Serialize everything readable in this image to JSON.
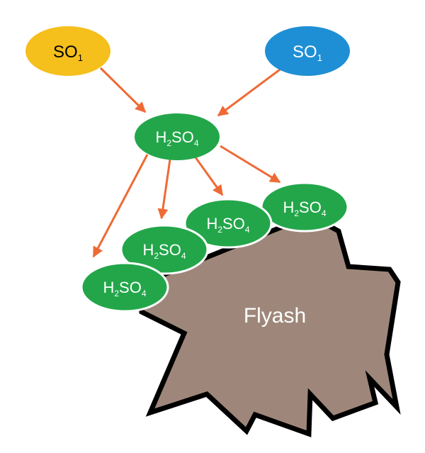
{
  "colors": {
    "yellow": "#F5BF1C",
    "blue": "#1E8FD5",
    "green": "#23A64A",
    "arrow": "#EE6A35",
    "flyash_fill": "#9E877A",
    "flyash_outline": "#000000",
    "text": "#FFFFFF"
  },
  "source_left": {
    "base": "SO",
    "sub": "1"
  },
  "source_right": {
    "base": "SO",
    "sub": "1"
  },
  "center_molecule": {
    "h": "H",
    "h_sub": "2",
    "so": "SO",
    "so_sub": "4"
  },
  "adsorbed_molecules": [
    {
      "h": "H",
      "h_sub": "2",
      "so": "SO",
      "so_sub": "4"
    },
    {
      "h": "H",
      "h_sub": "2",
      "so": "SO",
      "so_sub": "4"
    },
    {
      "h": "H",
      "h_sub": "2",
      "so": "SO",
      "so_sub": "4"
    },
    {
      "h": "H",
      "h_sub": "2",
      "so": "SO",
      "so_sub": "4"
    }
  ],
  "particle_label": "Flyash"
}
